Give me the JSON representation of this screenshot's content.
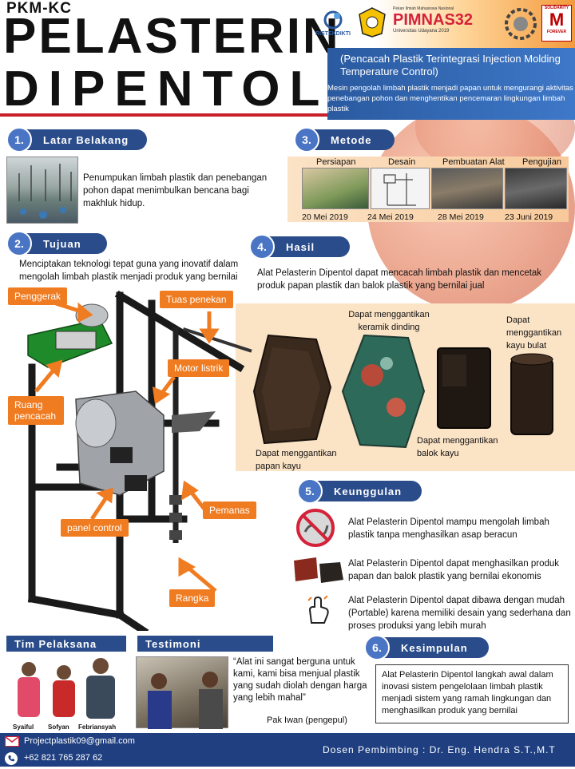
{
  "header": {
    "program": "PKM-KC",
    "title_line1": "PELASTERIN",
    "title_line2": "DIPENTOL",
    "subtitle": "(Pencacah Plastik Terintegrasi Injection Molding Temperature Control)",
    "description": "Mesin pengolah limbah plastik menjadi papan untuk mengurangi aktivitas penebangan pohon dan menghentikan pencemaran lingkungan limbah plastik",
    "logos": {
      "ristekdikti": "RISTEKDIKTI",
      "pimnas": "PIMNAS32",
      "pimnas_sub": "Universitas Udayana 2019",
      "pimnas_top": "Pekan Ilmiah Mahasiswa Nasional",
      "solidarity": "SOLIDARITY",
      "forever": "FOREVER",
      "m": "M"
    }
  },
  "sections": {
    "latar": {
      "num": "1.",
      "title": "Latar Belakang",
      "text": "Penumpukan limbah plastik dan penebangan pohon dapat menimbulkan bencana bagi makhluk hidup."
    },
    "metode": {
      "num": "3.",
      "title": "Metode",
      "steps": [
        {
          "label": "Persiapan",
          "date": "20 Mei 2019"
        },
        {
          "label": "Desain",
          "date": "24 Mei 2019"
        },
        {
          "label": "Pembuatan Alat",
          "date": "28 Mei 2019"
        },
        {
          "label": "Pengujian",
          "date": "23 Juni 2019"
        }
      ]
    },
    "tujuan": {
      "num": "2.",
      "title": "Tujuan",
      "text": "Menciptakan teknologi tepat guna yang inovatif dalam mengolah limbah plastik menjadi produk yang bernilai"
    },
    "hasil": {
      "num": "4.",
      "title": "Hasil",
      "text": "Alat Pelasterin Dipentol dapat mencacah limbah plastik dan mencetak produk papan plastik dan balok plastik yang bernilai jual",
      "items": {
        "keramik": "Dapat menggantikan keramik dinding",
        "kayu_bulat": "Dapat menggantikan kayu bulat",
        "papan": "Dapat menggantikan papan kayu",
        "balok": "Dapat menggantikan balok kayu"
      }
    },
    "machine_labels": {
      "penggerak": "Penggerak",
      "tuas": "Tuas penekan",
      "motor": "Motor listrik",
      "ruang": "Ruang pencacah",
      "pemanas": "Pemanas",
      "panel": "panel control",
      "rangka": "Rangka"
    },
    "keunggulan": {
      "num": "5.",
      "title": "Keunggulan",
      "items": [
        "Alat Pelasterin Dipentol mampu mengolah limbah plastik tanpa menghasilkan asap beracun",
        "Alat Pelasterin Dipentol dapat menghasilkan produk papan dan balok plastik yang bernilai ekonomis",
        "Alat Pelasterin Dipentol dapat dibawa dengan mudah (Portable) karena memiliki desain yang sederhana dan proses produksi yang lebih murah"
      ]
    },
    "tim": {
      "title": "Tim Pelaksana",
      "members": [
        "Syaiful",
        "Sofyan",
        "Febriansyah"
      ]
    },
    "testimoni": {
      "title": "Testimoni",
      "quote": "“Alat ini sangat berguna untuk kami, kami bisa menjual plastik yang sudah diolah dengan harga yang lebih mahal”",
      "author": "Pak Iwan (pengepul)"
    },
    "kesimpulan": {
      "num": "6.",
      "title": "Kesimpulan",
      "text": "Alat Pelasterin Dipentol langkah awal dalam inovasi sistem pengelolaan limbah plastik menjadi sistem yang ramah lingkungan dan menghasilkan produk yang bernilai"
    }
  },
  "footer": {
    "email": "Projectplastik09@gmail.com",
    "phone": "+62 821 765 287 62",
    "advisor": "Dosen Pembimbing : Dr. Eng. Hendra S.T.,M.T"
  },
  "colors": {
    "accent_blue": "#2a4c8a",
    "accent_orange": "#f07c22",
    "accent_red": "#c8202a"
  }
}
